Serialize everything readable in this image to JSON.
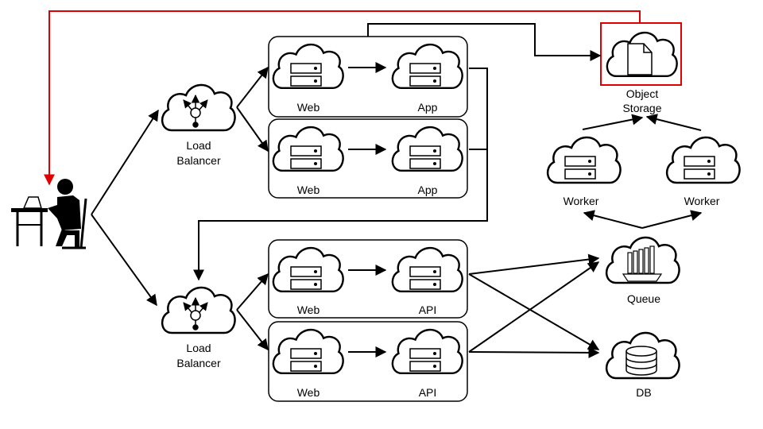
{
  "labels": {
    "lb_top_line1": "Load",
    "lb_top_line2": "Balancer",
    "lb_bottom_line1": "Load",
    "lb_bottom_line2": "Balancer",
    "web": "Web",
    "app": "App",
    "api": "API",
    "object_storage_line1": "Object",
    "object_storage_line2": "Storage",
    "worker": "Worker",
    "queue": "Queue",
    "db": "DB"
  },
  "colors": {
    "highlight": "#e00000",
    "stroke": "#000000"
  },
  "icons": {
    "user": "user-at-desk-icon",
    "load_balancer": "load-balancer-cloud-icon",
    "server": "server-cloud-icon",
    "object_storage": "object-storage-cloud-icon",
    "queue": "queue-cloud-icon",
    "db": "database-cloud-icon"
  }
}
